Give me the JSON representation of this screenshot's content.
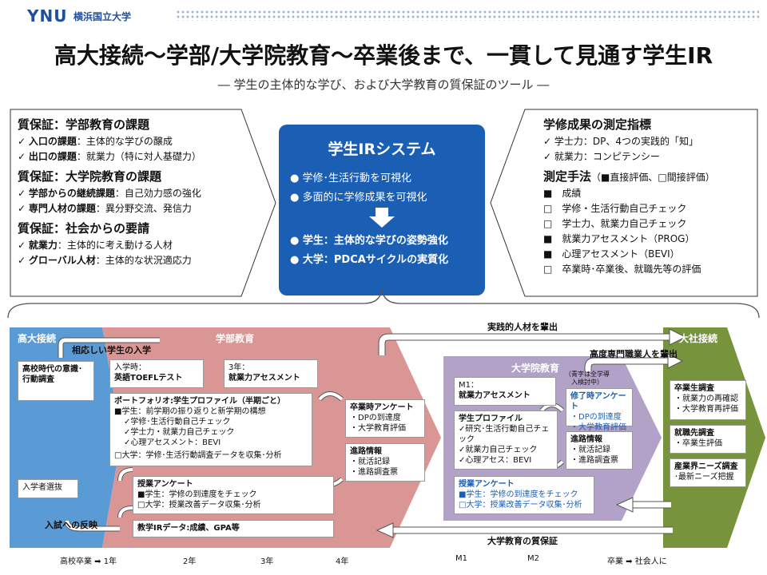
{
  "header": {
    "logo_ynu": "YNU",
    "logo_name": "横浜国立大学",
    "title": "高大接続～学部/大学院教育～卒業後まで、一貫して見通す学生IR",
    "subtitle": "― 学生の主体的な学び、および大学教育の質保証のツール ―"
  },
  "left_box": {
    "sections": [
      {
        "title": "質保証：学部教育の課題",
        "items": [
          {
            "b": "入口の課題",
            "t": "：主体的な学びの醸成"
          },
          {
            "b": "出口の課題",
            "t": "：就業力（特に対人基礎力）"
          }
        ]
      },
      {
        "title": "質保証：大学院教育の課題",
        "items": [
          {
            "b": "学部からの継続課題",
            "t": "：自己効力感の強化"
          },
          {
            "b": "専門人材の課題",
            "t": "：異分野交流、発信力"
          }
        ]
      },
      {
        "title": "質保証：社会からの要請",
        "items": [
          {
            "b": "就業力",
            "t": "：主体的に考え動ける人材"
          },
          {
            "b": "グローバル人材",
            "t": "：主体的な状況適応力"
          }
        ]
      }
    ]
  },
  "center_box": {
    "title": "学生IRシステム",
    "b1": "学修･生活行動を可視化",
    "b2": "多面的に学修成果を可視化",
    "b3": "学生：主体的な学びの姿勢強化",
    "b4": "大学：PDCAサイクルの実質化"
  },
  "right_box": {
    "title1": "学修成果の測定指標",
    "items1": [
      "学士力：DP、4つの実践的「知」",
      "就業力：コンピテンシー"
    ],
    "title2": "測定手法",
    "title2_note": "（■直接評価、□間接評価）",
    "items2": [
      {
        "m": "■",
        "t": "成績"
      },
      {
        "m": "□",
        "t": "学修・生活行動自己チェック"
      },
      {
        "m": "□",
        "t": "学士力、就業力自己チェック"
      },
      {
        "m": "■",
        "t": "就業力アセスメント（PROG）"
      },
      {
        "m": "■",
        "t": "心理アセスメント（BEVI）"
      },
      {
        "m": "□",
        "t": "卒業時･卒業後、就職先等の評価"
      }
    ]
  },
  "diagram": {
    "koudai": "高大接続",
    "gakubu": "学部教育",
    "daigakuin": "大学院教育",
    "taisha": "大社接続",
    "arrow_top1": "実践的人材を輩出",
    "arrow_top2": "高度専門職業人を輩出",
    "arrow_entry": "相応しい学生の入学",
    "arrow_bottom1": "入試への反映",
    "arrow_bottom2": "大学教育の質保証",
    "koukou_box": "高校時代の意識･行動調査",
    "nyuugaku_box": "入学者選抜",
    "toefl_l1": "入学時：",
    "toefl_l2": "英語TOEFLテスト",
    "assess3_l1": "3年：",
    "assess3_l2": "就業力アセスメント",
    "portfolio_title": "ポートフォリオ:学生プロファイル（半期ごと）",
    "portfolio_l1": "■学生：前学期の振り返りと新学期の構想",
    "portfolio_l2": "✓学修･生活行動自己チェック",
    "portfolio_l3": "✓学士力・就業力自己チェック",
    "portfolio_l4": "✓心理アセスメント：BEVI",
    "portfolio_l5": "□大学：学修･生活行動調査データを収集･分析",
    "jugyou_title": "授業アンケート",
    "jugyou_l1": "■学生：学修の到達度をチェック",
    "jugyou_l2": "□大学：授業改善データ収集･分析",
    "kyomu": "教学IRデータ:成績、GPA等",
    "sotsugyou_title": "卒業時アンケート",
    "sotsugyou_l1": "・DPの到達度",
    "sotsugyou_l2": "・大学教育評価",
    "shinro_title": "進路情報",
    "shinro_l1": "・就活記録",
    "shinro_l2": "・進路調査票",
    "m1_l1": "M1：",
    "m1_l2": "就業力アセスメント",
    "note_blue": "（青字は全学導入検討中）",
    "g_profile_title": "学生プロファイル",
    "g_profile_l1": "✓研究･生活行動自己チェック",
    "g_profile_l2": "✓就業力自己チェック",
    "g_profile_l3": "✓心理アセス：BEVI",
    "shuuryou_title": "修了時アンケート",
    "shuuryou_l1": "・DPの到達度",
    "shuuryou_l2": "・大学教育評価",
    "g_shinro_title": "進路情報",
    "g_shinro_l1": "・就活記録",
    "g_shinro_l2": "・進路調査票",
    "g_jugyou_title": "授業アンケート",
    "g_jugyou_l1": "■学生：学修の到達度をチェック",
    "g_jugyou_l2": "□大学：授業改善データ収集･分析",
    "sotsugyousei_title": "卒業生調査",
    "sotsugyousei_l1": "・就業力の再確認",
    "sotsugyousei_l2": "・大学教育再評価",
    "shuushoku_title": "就職先調査",
    "shuushoku_l1": "・卒業生評価",
    "sangyou_title": "産業界ニーズ調査",
    "sangyou_l1": "･最新ニーズ把握"
  },
  "timeline": [
    "高校卒業 ➡ 1年",
    "2年",
    "3年",
    "4年",
    "M1",
    "M2",
    "卒業 ➡ 社会人に"
  ],
  "colors": {
    "blue": "#1b5fb5",
    "arrow_blue": "#5b9bd5",
    "pink": "#d99694",
    "purple": "#b3a2c7",
    "green": "#77933c"
  }
}
